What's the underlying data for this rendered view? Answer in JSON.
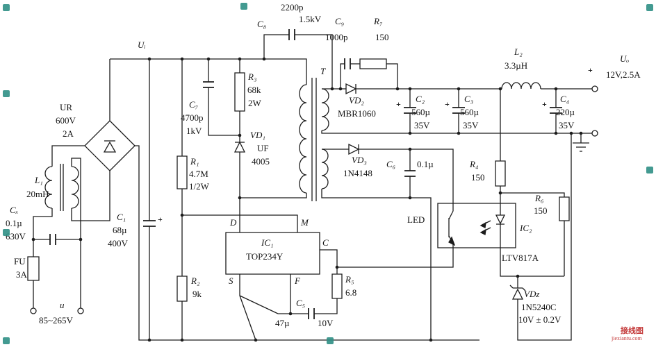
{
  "schematic": {
    "polarity": "+",
    "watermark": {
      "cn": "接线图",
      "site": "jiexiantu.com"
    },
    "input": {
      "fuse_ref": "FU",
      "fuse_value": "3A",
      "ac_symbol": "u",
      "ac_range": "85~265V",
      "xcap_ref": "Cₓ",
      "xcap_value": "0.1µ",
      "xcap_rating": "630V",
      "choke_ref": "L₁",
      "choke_value": "20mH",
      "bridge_ref": "UR",
      "bridge_voltage": "600V",
      "bridge_current": "2A"
    },
    "bus": {
      "node": "Uᵢ",
      "c1_ref": "C₁",
      "c1_value": "68µ",
      "c1_rating": "400V"
    },
    "clamp": {
      "c7_ref": "C₇",
      "c7_value": "4700p",
      "c7_rating": "1kV",
      "r3_ref": "R₃",
      "r3_value": "68k",
      "r3_rating": "2W",
      "vd1_ref": "VD₁",
      "vd1_series": "UF",
      "vd1_number": "4005"
    },
    "transformer": {
      "ref": "T"
    },
    "ycap": {
      "ref": "C₈",
      "value": "2200p",
      "rating": "1.5kV"
    },
    "snubber": {
      "c9_ref": "C₉",
      "c9_value": "1000p",
      "r7_ref": "R₇",
      "r7_value": "150"
    },
    "controller": {
      "ic1_ref": "IC₁",
      "ic1_part": "TOP234Y",
      "pin_d": "D",
      "pin_m": "M",
      "pin_c": "C",
      "pin_s": "S",
      "pin_f": "F",
      "r1_ref": "R₁",
      "r1_value": "4.7M",
      "r1_rating": "1/2W",
      "r2_ref": "R₂",
      "r2_value": "9k",
      "r5_ref": "R₅",
      "r5_value": "6.8",
      "c5_ref": "C₅",
      "c5_value": "47µ",
      "c5_rating": "10V"
    },
    "bias": {
      "vd3_ref": "VD₃",
      "vd3_part": "1N4148",
      "c6_ref": "C₆",
      "c6_value": "0.1µ",
      "r4_ref": "R₄",
      "r4_value": "150"
    },
    "output": {
      "vd2_ref": "VD₂",
      "vd2_part": "MBR1060",
      "c2_ref": "C₂",
      "c2_value": "560µ",
      "c2_rating": "35V",
      "c3_ref": "C₃",
      "c3_value": "560µ",
      "c3_rating": "35V",
      "c4_ref": "C₄",
      "c4_value": "220µ",
      "c4_rating": "35V",
      "l2_ref": "L₂",
      "l2_value": "3.3µH",
      "uo": "Uₒ",
      "uo_rating": "12V,2.5A"
    },
    "feedback": {
      "led": "LED",
      "ic2_ref": "IC₂",
      "ic2_part": "LTV817A",
      "r6_ref": "R₆",
      "r6_value": "150",
      "vdz_ref": "VDz",
      "vdz_part": "1N5240C",
      "vdz_rating": "10V ± 0.2V"
    }
  }
}
